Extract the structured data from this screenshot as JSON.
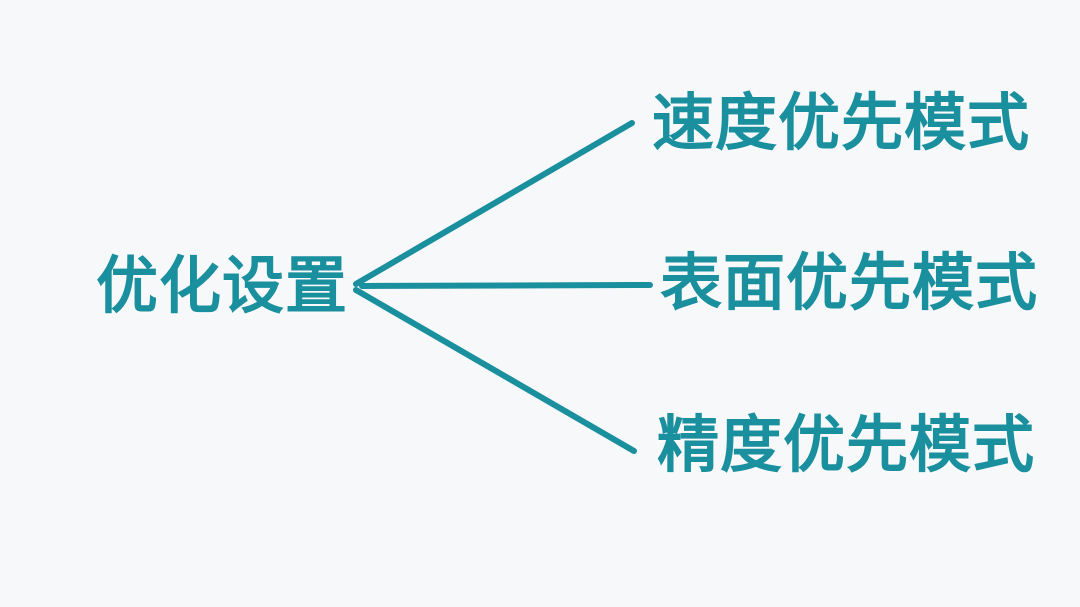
{
  "diagram": {
    "type": "mind-map",
    "root": {
      "label": "优化设置"
    },
    "branches": [
      {
        "label": "速度优先模式"
      },
      {
        "label": "表面优先模式"
      },
      {
        "label": "精度优先模式"
      }
    ],
    "colors": {
      "accent": "#1a8f9e",
      "background": "#f7f8fa"
    }
  }
}
